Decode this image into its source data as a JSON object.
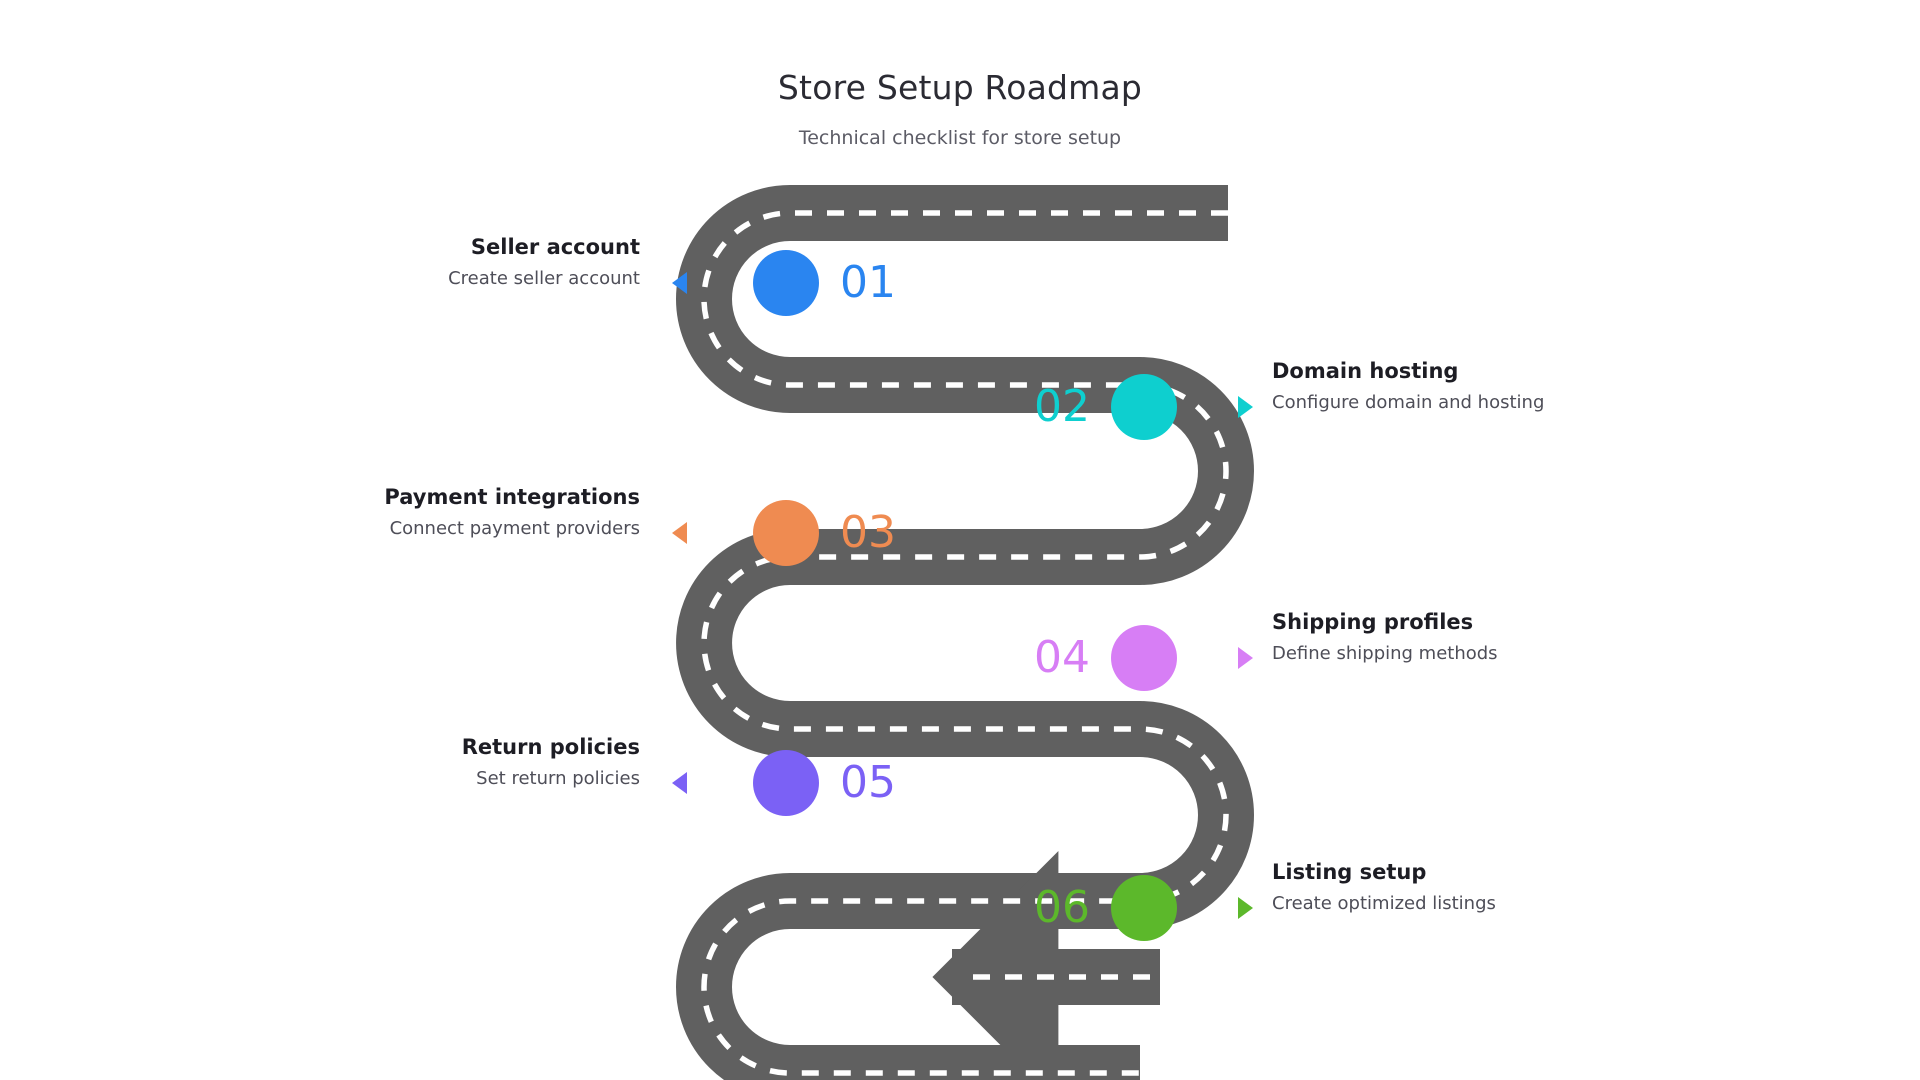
{
  "header": {
    "title": "Store Setup Roadmap",
    "subtitle": "Technical checklist for store setup"
  },
  "colors": {
    "road": "#606060",
    "road_dash": "#ffffff",
    "background": "#ffffff",
    "title": "#2b2b33",
    "subtitle": "#5c5c66",
    "label_title": "#1d1d24",
    "label_desc": "#4e4e58"
  },
  "chart_data": {
    "type": "roadmap",
    "title": "Store Setup Roadmap",
    "subtitle": "Technical checklist for store setup",
    "orientation": "serpentine-vertical",
    "direction": "top-right-to-bottom-left",
    "step_count": 6,
    "steps": [
      {
        "number": "01",
        "title": "Seller account",
        "description": "Create seller account",
        "color": "#2a85f0",
        "side": "left",
        "row": 1
      },
      {
        "number": "02",
        "title": "Domain hosting",
        "description": "Configure domain and hosting",
        "color": "#0ecfcf",
        "side": "right",
        "row": 2
      },
      {
        "number": "03",
        "title": "Payment integrations",
        "description": "Connect payment providers",
        "color": "#ef8b51",
        "side": "left",
        "row": 3
      },
      {
        "number": "04",
        "title": "Shipping profiles",
        "description": "Define shipping methods",
        "color": "#d77ef5",
        "side": "right",
        "row": 4
      },
      {
        "number": "05",
        "title": "Return policies",
        "description": "Set return policies",
        "color": "#7b61f5",
        "side": "left",
        "row": 5
      },
      {
        "number": "06",
        "title": "Listing setup",
        "description": "Create optimized listings",
        "color": "#5cb82b",
        "side": "right",
        "row": 6
      }
    ],
    "end_arrow": {
      "direction": "left",
      "color": "#606060"
    }
  }
}
